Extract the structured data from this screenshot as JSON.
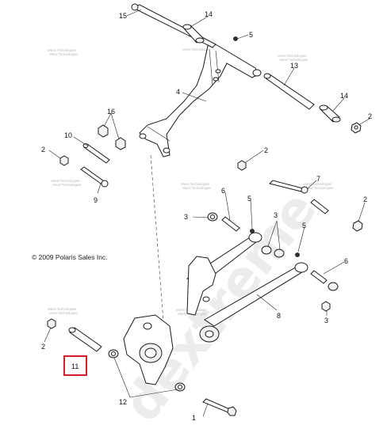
{
  "copyright": "© 2009 Polaris Sales Inc.",
  "watermark": "dextreme",
  "vendor_stamp": "vNext Technologies",
  "highlighted_callout": "11",
  "highlight_color": "#d0212a",
  "callouts": {
    "c15": "15",
    "c14a": "14",
    "c5a": "5",
    "c13": "13",
    "c4": "4",
    "c14b": "14",
    "c2a": "2",
    "c16": "16",
    "c10": "10",
    "c2b": "2",
    "c2c": "2",
    "c7": "7",
    "c9": "9",
    "c2d": "2",
    "c6a": "6",
    "c5b": "5",
    "c3a": "3",
    "c3b": "3",
    "c5c": "5",
    "c6b": "6",
    "c8": "8",
    "c3c": "3",
    "c2e": "2",
    "c11": "11",
    "c12": "12",
    "c1": "1"
  }
}
